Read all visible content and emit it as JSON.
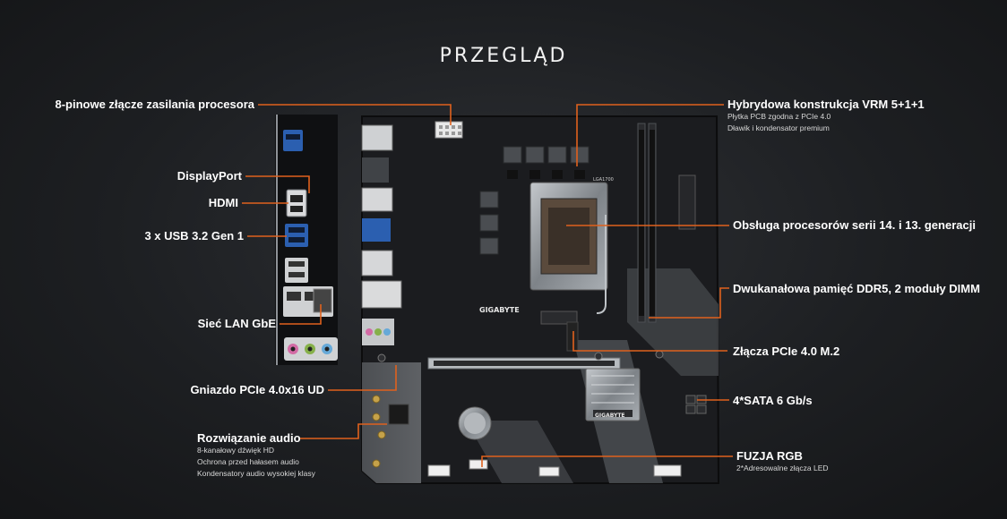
{
  "title": "PRZEGLĄD",
  "labels": {
    "cpu_power": "8-pinowe złącze zasilania procesora",
    "displayport": "DisplayPort",
    "hdmi": "HDMI",
    "usb": "3 x USB 3.2 Gen 1",
    "lan": "Sieć LAN GbE",
    "pcie_slot": "Gniazdo PCIe 4.0x16 UD",
    "audio": "Rozwiązanie audio",
    "audio_sub": [
      "8-kanałowy dźwięk HD",
      "Ochrona przed hałasem audio",
      "Kondensatory audio wysokiej klasy"
    ],
    "vrm": "Hybrydowa konstrukcja VRM 5+1+1",
    "vrm_sub": [
      "Płytka PCB zgodna z PCIe 4.0",
      "Dławik i kondensator premium"
    ],
    "cpu_support": "Obsługa procesorów serii 14. i 13. generacji",
    "memory": "Dwukanałowa pamięć DDR5, 2 moduły DIMM",
    "m2": "Złącza PCIe 4.0 M.2",
    "sata": "4*SATA 6 Gb/s",
    "rgb": "FUZJA RGB",
    "rgb_sub": [
      "2*Adresowalne złącza LED"
    ]
  },
  "board_text": {
    "brand": "GIGABYTE",
    "chip": "GIGABYTE",
    "socket": "LGA1700"
  },
  "colors": {
    "accent": "#e0611d",
    "board": "#1b1c1f",
    "silver": "#9ea3a8"
  }
}
